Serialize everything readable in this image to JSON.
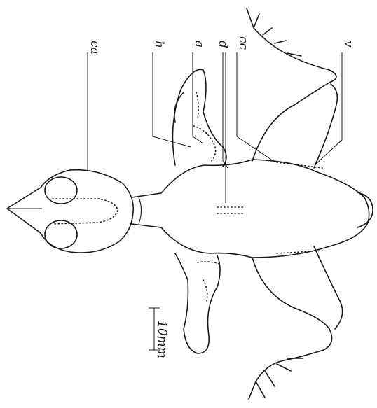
{
  "figure": {
    "labels": {
      "ca": "ca",
      "h": "h",
      "a": "a",
      "d": "d",
      "cc": "cc",
      "v": "v"
    },
    "scale_bar": "10mm"
  }
}
